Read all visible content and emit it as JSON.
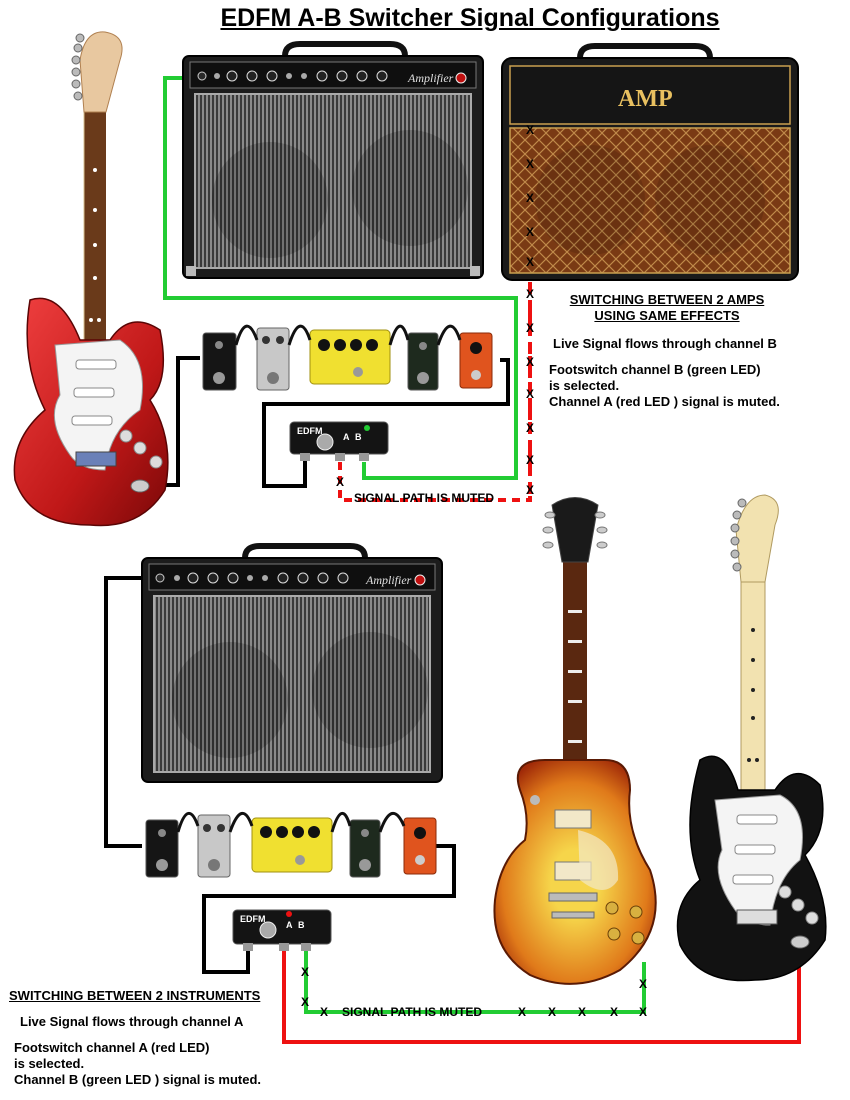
{
  "title": "EDFM A-B Switcher Signal Configurations",
  "top_config": {
    "heading_line1": "SWITCHING BETWEEN 2 AMPS",
    "heading_line2": "USING SAME EFFECTS",
    "live_signal": "Live Signal flows through channel B",
    "footswitch_line1": "Footswitch channel B (green LED)",
    "footswitch_line2": "is selected.",
    "muted_channel": "Channel A (red LED ) signal is muted.",
    "muted_path_label": "SIGNAL PATH IS MUTED"
  },
  "bottom_config": {
    "heading": "SWITCHING BETWEEN 2 INSTRUMENTS",
    "live_signal": "Live Signal flows through channel A",
    "footswitch_line1": "Footswitch channel A (red LED)",
    "footswitch_line2": "is selected.",
    "muted_channel": "Channel B (green LED ) signal is muted.",
    "muted_path_label": "SIGNAL PATH IS MUTED"
  },
  "amp_labels": {
    "blackface_script": "Amplifier",
    "vintage_logo": "AMP"
  },
  "switcher": {
    "brand": "EDFM",
    "model": "A-B Switcher",
    "channel_a": "A",
    "channel_b": "B"
  },
  "mute_marker": "X",
  "colors": {
    "live_green": "#22cc33",
    "live_red": "#ee1111",
    "cable_black": "#000000"
  }
}
